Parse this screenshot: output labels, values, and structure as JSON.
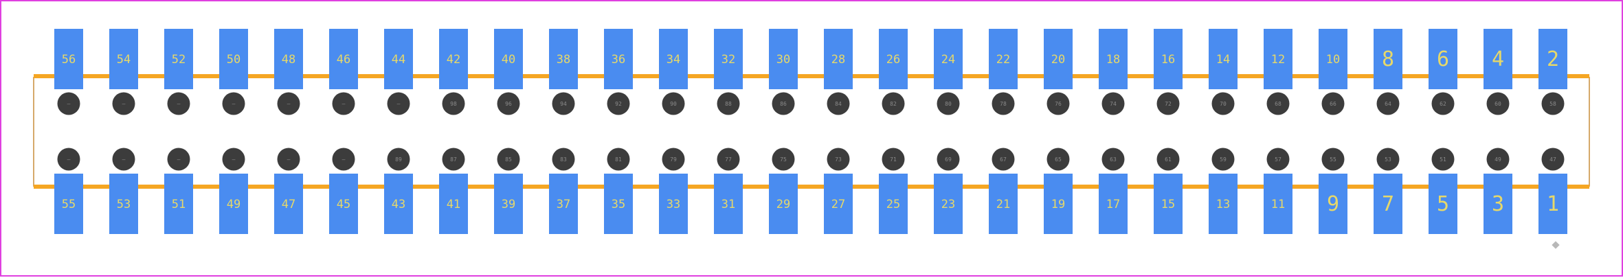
{
  "diagram": {
    "colors": {
      "background": "#ffffff",
      "border": "#e040e0",
      "pad": "#4a8cf0",
      "pin_label": "#e6d86a",
      "silkscreen": "#f5a623",
      "outline": "#d6a96a",
      "hole": "#3c3c3c",
      "hole_label": "#8a8a8a",
      "marker": "#b8b8b8"
    },
    "top_pads": [
      "56",
      "54",
      "52",
      "50",
      "48",
      "46",
      "44",
      "42",
      "40",
      "38",
      "36",
      "34",
      "32",
      "30",
      "28",
      "26",
      "24",
      "22",
      "20",
      "18",
      "16",
      "14",
      "12",
      "10",
      "8",
      "6",
      "4",
      "2"
    ],
    "bottom_pads": [
      "55",
      "53",
      "51",
      "49",
      "47",
      "45",
      "43",
      "41",
      "39",
      "37",
      "35",
      "33",
      "31",
      "29",
      "27",
      "25",
      "23",
      "21",
      "19",
      "17",
      "15",
      "13",
      "11",
      "9",
      "7",
      "5",
      "3",
      "1"
    ],
    "top_hole_labels": [
      "",
      "",
      "",
      "",
      "",
      "",
      "",
      "98",
      "96",
      "94",
      "92",
      "90",
      "88",
      "86",
      "84",
      "82",
      "80",
      "78",
      "76",
      "74",
      "72",
      "70",
      "68",
      "66",
      "64",
      "62",
      "60",
      "58"
    ],
    "bottom_hole_labels": [
      "",
      "",
      "",
      "",
      "",
      "",
      "89",
      "87",
      "85",
      "83",
      "81",
      "79",
      "77",
      "75",
      "73",
      "71",
      "69",
      "67",
      "65",
      "63",
      "61",
      "59",
      "57",
      "55",
      "53",
      "51",
      "49",
      "47"
    ],
    "pin1_marker": "dot"
  }
}
